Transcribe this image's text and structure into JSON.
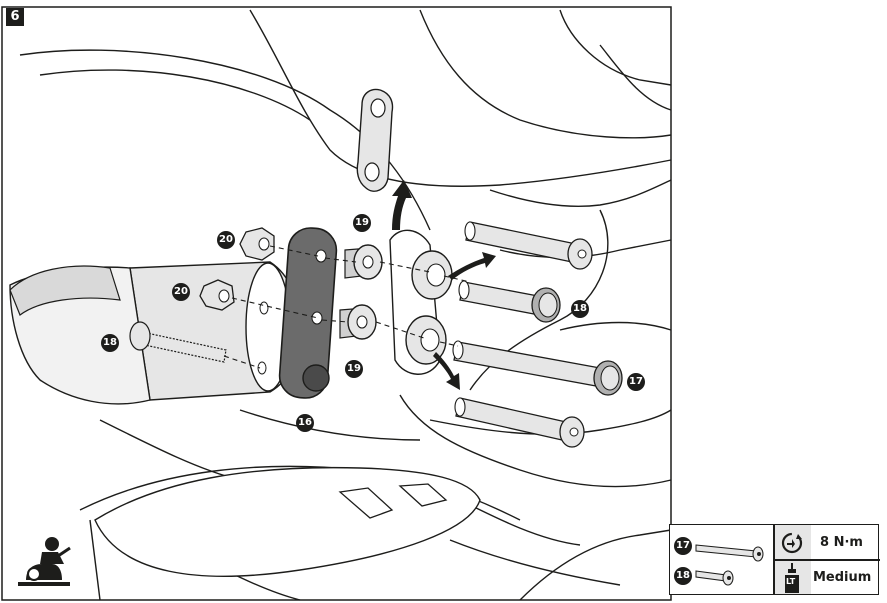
{
  "step": {
    "number": "6"
  },
  "callouts": [
    {
      "id": "c-20a",
      "label": "20"
    },
    {
      "id": "c-20b",
      "label": "20"
    },
    {
      "id": "c-19a",
      "label": "19"
    },
    {
      "id": "c-19b",
      "label": "19"
    },
    {
      "id": "c-18a",
      "label": "18"
    },
    {
      "id": "c-18b",
      "label": "18"
    },
    {
      "id": "c-17",
      "label": "17"
    },
    {
      "id": "c-16",
      "label": "16"
    }
  ],
  "legend": {
    "bolt_a": "17",
    "bolt_b": "18",
    "torque": "8 N·m",
    "threadlock": "Medium",
    "threadlock_icon_text": "LT"
  },
  "icons": {
    "torque": "torque-wrench-icon",
    "threadlock": "threadlocker-bottle-icon",
    "mechanic": "mechanic-at-work-icon"
  }
}
